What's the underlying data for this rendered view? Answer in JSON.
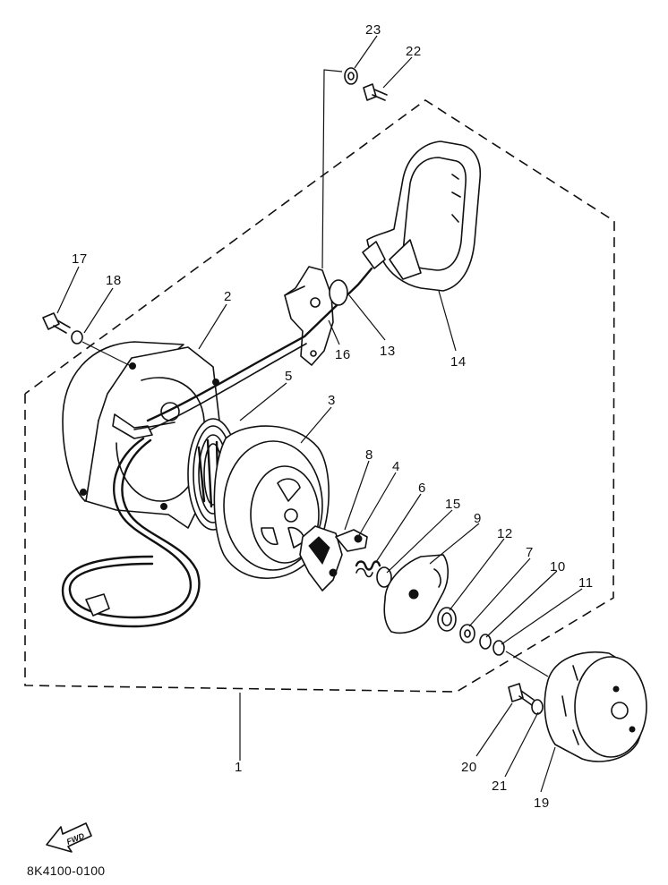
{
  "diagram": {
    "part_labels": [
      "1",
      "2",
      "3",
      "4",
      "5",
      "6",
      "7",
      "8",
      "9",
      "10",
      "11",
      "12",
      "13",
      "14",
      "15",
      "16",
      "17",
      "18",
      "19",
      "20",
      "21",
      "22",
      "23"
    ],
    "drawing_code": "8K4100-0100",
    "forward_marker": "FWD"
  }
}
